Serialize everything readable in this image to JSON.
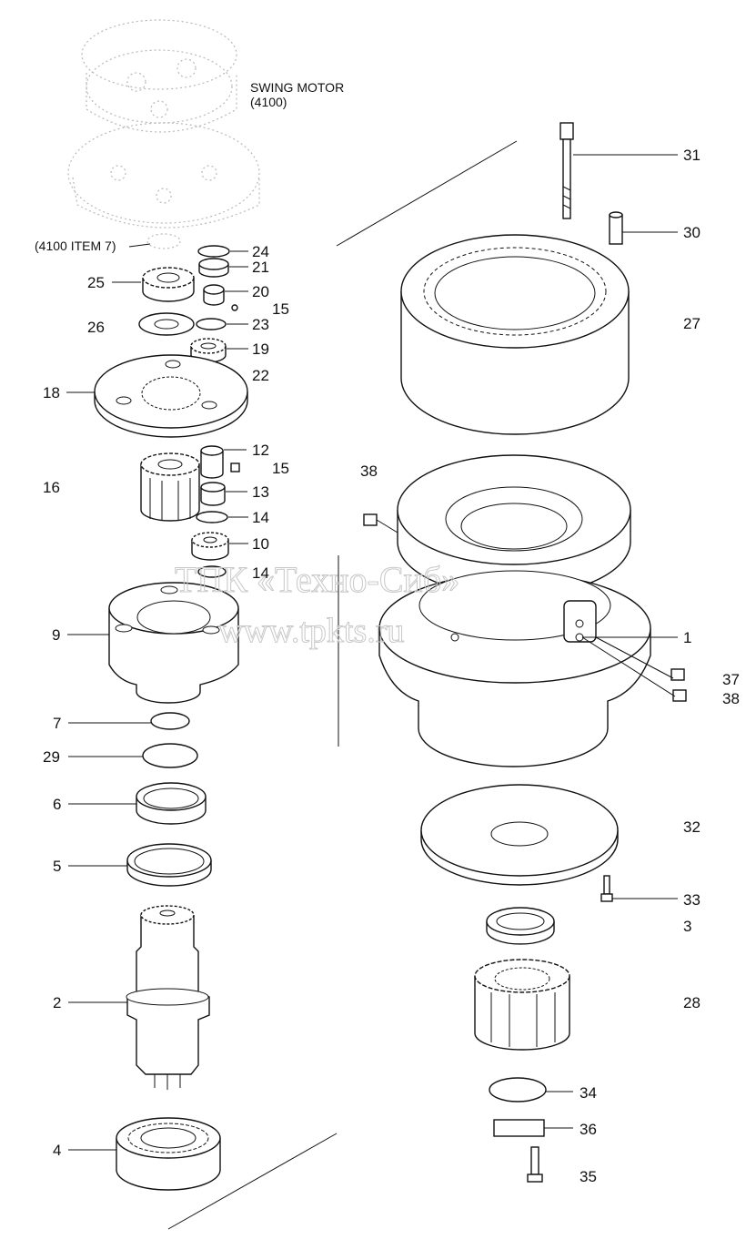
{
  "header": {
    "motor_title": "SWING MOTOR",
    "motor_code": "(4100)",
    "motor_item": "(4100 ITEM 7)"
  },
  "watermark": {
    "line1": "ТПК «Техно-Сиб»",
    "line2": "www.tpkts.ru"
  },
  "callouts": {
    "c1": "1",
    "c2": "2",
    "c3": "3",
    "c4": "4",
    "c5": "5",
    "c6": "6",
    "c7": "7",
    "c9": "9",
    "c10": "10",
    "c12": "12",
    "c13": "13",
    "c14a": "14",
    "c14b": "14",
    "c15a": "15",
    "c15b": "15",
    "c16": "16",
    "c18": "18",
    "c19": "19",
    "c20": "20",
    "c21": "21",
    "c22": "22",
    "c23": "23",
    "c24": "24",
    "c25": "25",
    "c26": "26",
    "c27": "27",
    "c28": "28",
    "c29": "29",
    "c30": "30",
    "c31": "31",
    "c32": "32",
    "c33": "33",
    "c34": "34",
    "c35": "35",
    "c36": "36",
    "c37": "37",
    "c38a": "38",
    "c38b": "38"
  }
}
